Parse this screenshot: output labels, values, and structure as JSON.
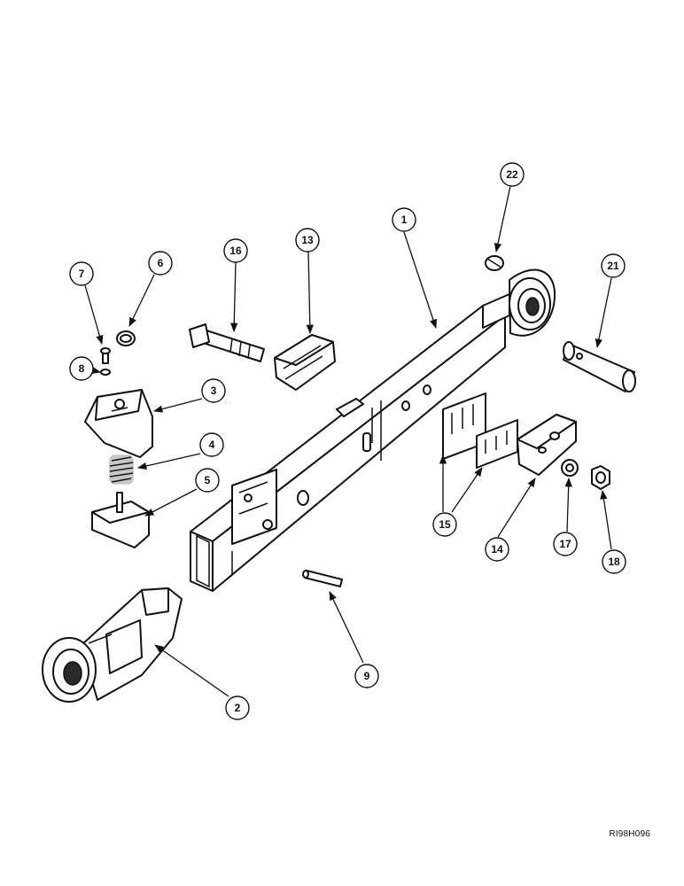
{
  "drawing_code": "RI98H096",
  "callouts": [
    {
      "id": "1",
      "label": "1"
    },
    {
      "id": "2",
      "label": "2"
    },
    {
      "id": "3",
      "label": "3"
    },
    {
      "id": "4",
      "label": "4"
    },
    {
      "id": "5",
      "label": "5"
    },
    {
      "id": "6",
      "label": "6"
    },
    {
      "id": "7",
      "label": "7"
    },
    {
      "id": "8",
      "label": "8"
    },
    {
      "id": "9",
      "label": "9"
    },
    {
      "id": "13",
      "label": "13"
    },
    {
      "id": "14",
      "label": "14"
    },
    {
      "id": "15",
      "label": "15"
    },
    {
      "id": "16",
      "label": "16"
    },
    {
      "id": "17",
      "label": "17"
    },
    {
      "id": "18",
      "label": "18"
    },
    {
      "id": "21",
      "label": "21"
    },
    {
      "id": "22",
      "label": "22"
    }
  ]
}
